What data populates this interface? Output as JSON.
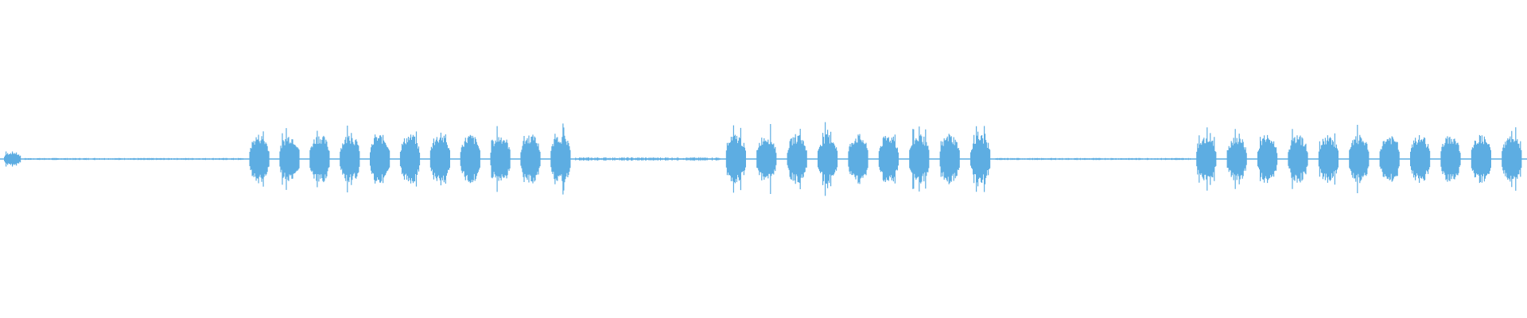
{
  "waveform": {
    "color": "#5DADE2",
    "background": "#FFFFFF",
    "segments": [
      {
        "type": "burst_group",
        "start": 0.0,
        "end": 0.016,
        "count": 1,
        "amp": 0.12
      },
      {
        "type": "quiet",
        "start": 0.016,
        "end": 0.16,
        "amp": 0.012
      },
      {
        "type": "burst_group",
        "start": 0.16,
        "end": 0.377,
        "count": 11,
        "amp": 0.4
      },
      {
        "type": "quiet",
        "start": 0.377,
        "end": 0.472,
        "amp": 0.02
      },
      {
        "type": "burst_group",
        "start": 0.472,
        "end": 0.652,
        "count": 9,
        "amp": 0.4
      },
      {
        "type": "quiet",
        "start": 0.652,
        "end": 0.78,
        "amp": 0.012
      },
      {
        "type": "burst_group",
        "start": 0.78,
        "end": 1.0,
        "count": 11,
        "amp": 0.38
      }
    ]
  }
}
